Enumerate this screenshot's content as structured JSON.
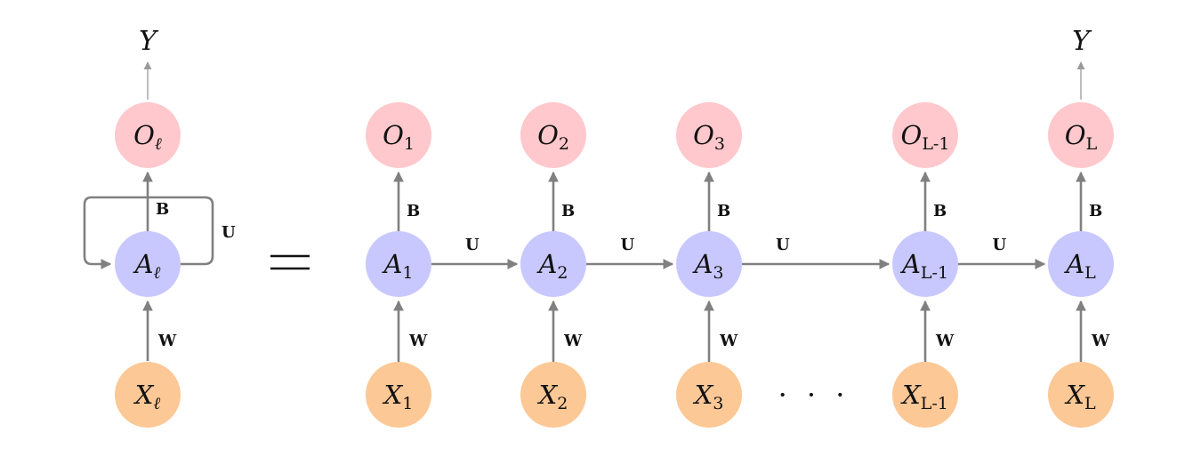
{
  "colors": {
    "output_node": "#ffc8cc",
    "hidden_node": "#c8c8ff",
    "input_node": "#fcc896",
    "edge": "#808080"
  },
  "folded": {
    "output_top": "Y",
    "output": {
      "main": "O",
      "sub": "ℓ"
    },
    "hidden": {
      "main": "A",
      "sub": "ℓ"
    },
    "input": {
      "main": "X",
      "sub": "ℓ"
    },
    "weight_w": "W",
    "weight_b": "B",
    "weight_u": "U"
  },
  "equals": "=",
  "ellipsis": "· · ·",
  "unrolled": {
    "top_label": "Y",
    "steps": [
      {
        "o": "O",
        "a": "A",
        "x": "X",
        "sub": "1",
        "w": "W",
        "b": "B",
        "u": "U"
      },
      {
        "o": "O",
        "a": "A",
        "x": "X",
        "sub": "2",
        "w": "W",
        "b": "B",
        "u": "U"
      },
      {
        "o": "O",
        "a": "A",
        "x": "X",
        "sub": "3",
        "w": "W",
        "b": "B",
        "u": "U"
      },
      {
        "o": "O",
        "a": "A",
        "x": "X",
        "sub": "L-1",
        "w": "W",
        "b": "B",
        "u": "U"
      },
      {
        "o": "O",
        "a": "A",
        "x": "X",
        "sub": "L",
        "w": "W",
        "b": "B",
        "u": ""
      }
    ]
  }
}
